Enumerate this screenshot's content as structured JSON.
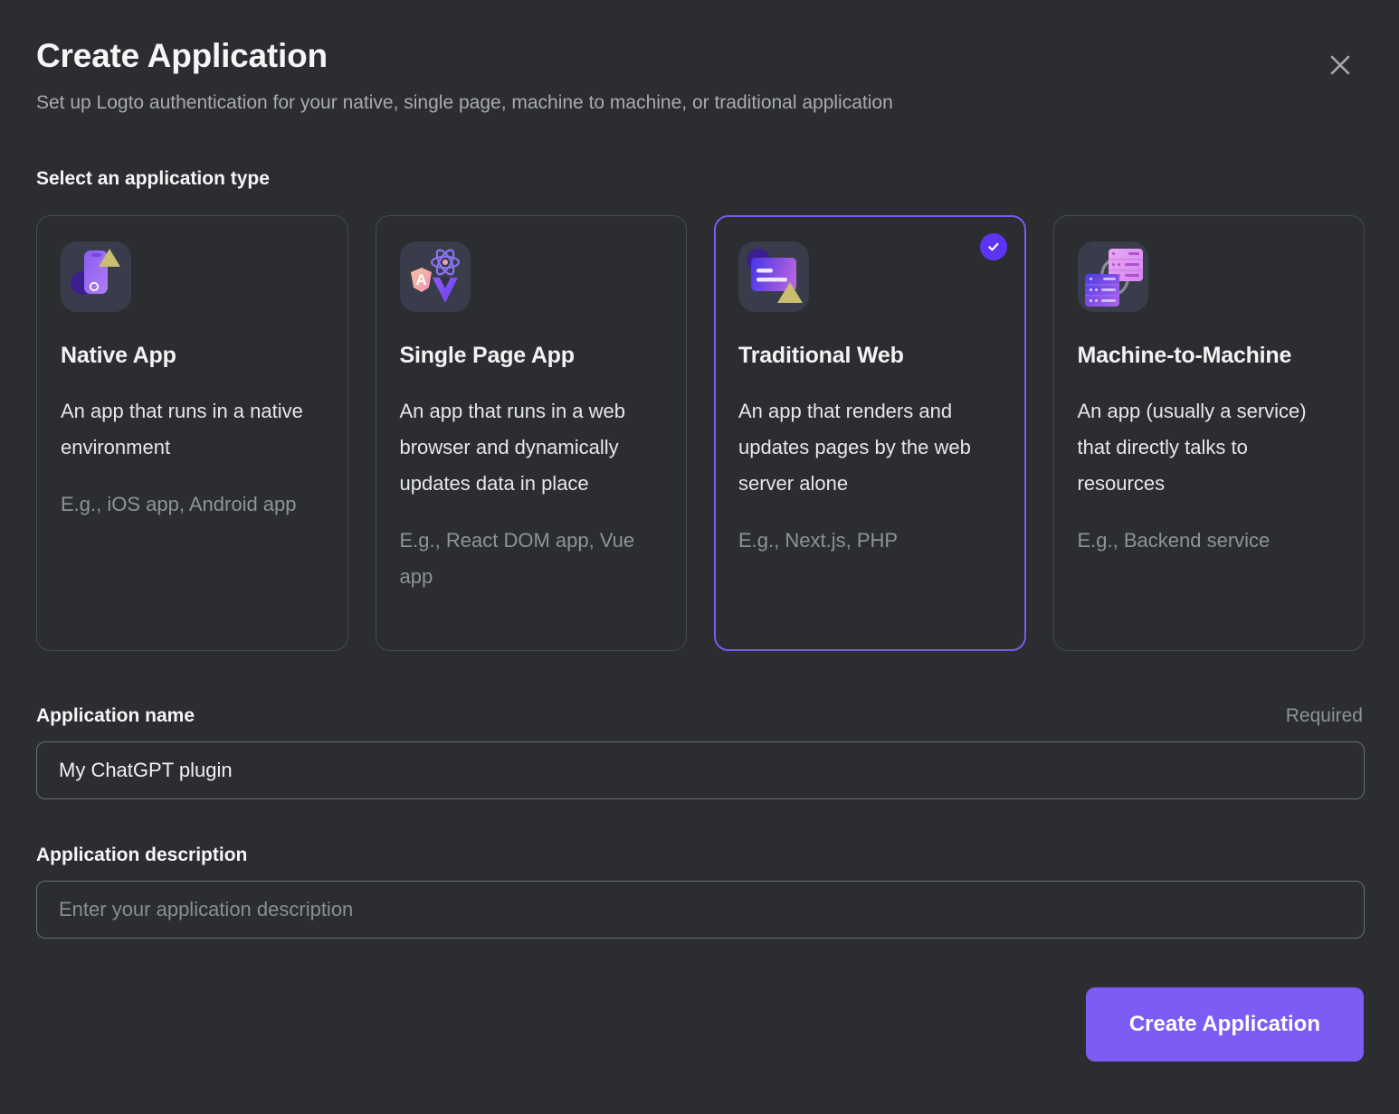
{
  "dialog": {
    "title": "Create Application",
    "subtitle": "Set up Logto authentication for your native, single page, machine to machine, or traditional application",
    "close_icon": "close-icon"
  },
  "section": {
    "label": "Select an application type"
  },
  "app_types": [
    {
      "icon": "native-app-icon",
      "title": "Native App",
      "description": "An app that runs in a native environment",
      "example": "E.g., iOS app, Android app",
      "selected": false
    },
    {
      "icon": "single-page-app-icon",
      "title": "Single Page App",
      "description": "An app that runs in a web browser and dynamically updates data in place",
      "example": "E.g., React DOM app, Vue app",
      "selected": false
    },
    {
      "icon": "traditional-web-icon",
      "title": "Traditional Web",
      "description": "An app that renders and updates pages by the web server alone",
      "example": "E.g., Next.js, PHP",
      "selected": true
    },
    {
      "icon": "machine-to-machine-icon",
      "title": "Machine-to-Machine",
      "description": "An app (usually a service) that directly talks to resources",
      "example": "E.g., Backend service",
      "selected": false
    }
  ],
  "form": {
    "name_label": "Application name",
    "name_required": "Required",
    "name_value": "My ChatGPT plugin",
    "name_placeholder": "",
    "description_label": "Application description",
    "description_value": "",
    "description_placeholder": "Enter your application description"
  },
  "footer": {
    "submit_label": "Create Application"
  },
  "colors": {
    "background": "#2b2d31",
    "accent": "#7C5CF5",
    "selected_border": "#7A5CF0",
    "check_badge": "#5D34F2",
    "text_primary": "#f6f6f7",
    "text_secondary": "#a9abb0",
    "text_muted": "#8f9299",
    "card_border": "#474a51"
  }
}
